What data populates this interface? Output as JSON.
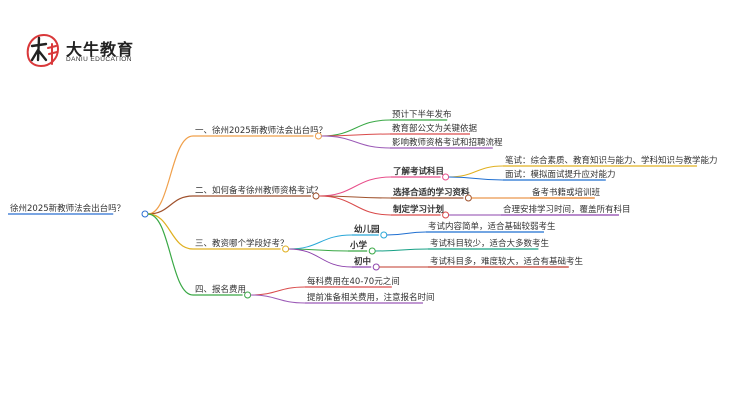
{
  "brand": {
    "name": "大牛教育",
    "subtitle": "DANIU EDUCATION",
    "logo_text": "大牛",
    "accent_color": "#d9383a"
  },
  "mindmap": {
    "root": "徐州2025新教师法会出台吗？",
    "branches": [
      {
        "label": "一、徐州2025新教师法会出台吗？",
        "color": "#f0a04b",
        "children": [
          {
            "label": "预计下半年发布",
            "color": "#39a845",
            "children": []
          },
          {
            "label": "教育部公文为关键依据",
            "color": "#d94a4a",
            "children": []
          },
          {
            "label": "影响教师资格考试和招聘流程",
            "color": "#9b59b6",
            "children": []
          }
        ]
      },
      {
        "label": "二、如何备考徐州教师资格考试？",
        "color": "#a0522d",
        "children": [
          {
            "label": "了解考试科目",
            "color": "#e84e8a",
            "children": [
              {
                "label": "笔试：综合素质、教育知识与能力、学科知识与教学能力",
                "color": "#e0b020"
              },
              {
                "label": "面试：模拟面试提升应对能力",
                "color": "#1f6fd1"
              }
            ]
          },
          {
            "label": "选择合适的学习资料",
            "color": "#a0522d",
            "children": [
              {
                "label": "备考书籍或培训班",
                "color": "#e67e22"
              }
            ]
          },
          {
            "label": "制定学习计划",
            "color": "#d94a4a",
            "children": [
              {
                "label": "合理安排学习时间，覆盖所有科目",
                "color": "#8e44ad"
              }
            ]
          }
        ]
      },
      {
        "label": "三、教资哪个学段好考？",
        "color": "#e0b020",
        "children": [
          {
            "label": "幼儿园",
            "color": "#29a8d8",
            "children": [
              {
                "label": "考试内容简单，适合基础较弱考生",
                "color": "#1f6fd1"
              }
            ]
          },
          {
            "label": "小学",
            "color": "#39a845",
            "children": [
              {
                "label": "考试科目较少，适合大多数考生",
                "color": "#16a085"
              }
            ]
          },
          {
            "label": "初中",
            "color": "#8e44ad",
            "children": [
              {
                "label": "考试科目多，难度较大，适合有基础考生",
                "color": "#c0392b"
              }
            ]
          }
        ]
      },
      {
        "label": "四、报名费用",
        "color": "#39a845",
        "children": [
          {
            "label": "每科费用在40-70元之间",
            "color": "#d94a4a",
            "children": []
          },
          {
            "label": "提前准备相关费用，注意报名时间",
            "color": "#9b59b6",
            "children": []
          }
        ]
      }
    ]
  }
}
